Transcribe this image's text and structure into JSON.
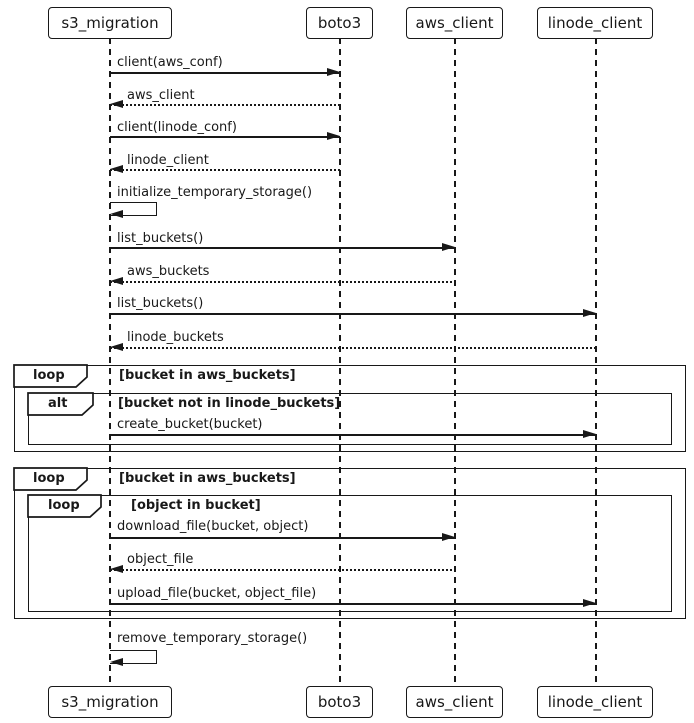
{
  "diagram": {
    "type": "sequence-diagram",
    "colors": {
      "line": "#181818",
      "background": "#ffffff",
      "fill": "#ffffff"
    },
    "participants": [
      {
        "name": "s3_migration"
      },
      {
        "name": "boto3"
      },
      {
        "name": "aws_client"
      },
      {
        "name": "linode_client"
      }
    ],
    "messages": [
      {
        "label": "client(aws_conf)",
        "type": "call",
        "from": "s3_migration",
        "to": "boto3"
      },
      {
        "label": "aws_client",
        "type": "return",
        "from": "boto3",
        "to": "s3_migration"
      },
      {
        "label": "client(linode_conf)",
        "type": "call",
        "from": "s3_migration",
        "to": "boto3"
      },
      {
        "label": "linode_client",
        "type": "return",
        "from": "boto3",
        "to": "s3_migration"
      },
      {
        "label": "initialize_temporary_storage()",
        "type": "self",
        "from": "s3_migration",
        "to": "s3_migration"
      },
      {
        "label": "list_buckets()",
        "type": "call",
        "from": "s3_migration",
        "to": "aws_client"
      },
      {
        "label": "aws_buckets",
        "type": "return",
        "from": "aws_client",
        "to": "s3_migration"
      },
      {
        "label": "list_buckets()",
        "type": "call",
        "from": "s3_migration",
        "to": "linode_client"
      },
      {
        "label": "linode_buckets",
        "type": "return",
        "from": "linode_client",
        "to": "s3_migration"
      },
      {
        "label": "create_bucket(bucket)",
        "type": "call",
        "from": "s3_migration",
        "to": "linode_client"
      },
      {
        "label": "download_file(bucket, object)",
        "type": "call",
        "from": "s3_migration",
        "to": "aws_client"
      },
      {
        "label": "object_file",
        "type": "return",
        "from": "aws_client",
        "to": "s3_migration"
      },
      {
        "label": "upload_file(bucket, object_file)",
        "type": "call",
        "from": "s3_migration",
        "to": "linode_client"
      },
      {
        "label": "remove_temporary_storage()",
        "type": "self",
        "from": "s3_migration",
        "to": "s3_migration"
      }
    ],
    "fragments": [
      {
        "operator": "loop",
        "condition": "[bucket in aws_buckets]"
      },
      {
        "operator": "alt",
        "condition": "[bucket not in linode_buckets]"
      },
      {
        "operator": "loop",
        "condition": "[bucket in aws_buckets]"
      },
      {
        "operator": "loop",
        "condition": "[object in bucket]"
      }
    ]
  }
}
